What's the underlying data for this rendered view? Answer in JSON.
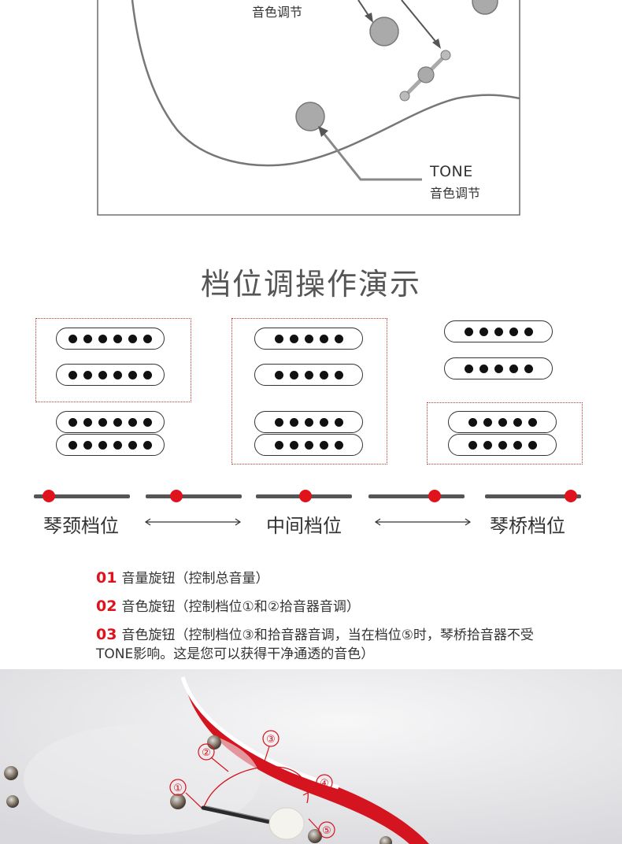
{
  "diagram": {
    "tone_label_top": "音色调节",
    "tone_label_en": "TONE",
    "tone_label_cn": "音色调节"
  },
  "demo": {
    "title": "档位调操作演示",
    "positions": {
      "neck": "琴颈档位",
      "middle": "中间档位",
      "bridge": "琴桥档位"
    }
  },
  "legend": {
    "items": [
      {
        "num": "01",
        "text": "音量旋钮（控制总音量）"
      },
      {
        "num": "02",
        "text": "音色旋钮（控制档位①和②拾音器音调）"
      },
      {
        "num": "03",
        "text": "音色旋钮（控制档位③和拾音器音调，当在档位⑤时，琴桥拾音器不受",
        "text2": "TONE影响。这是您可以获得干净通透的音色）"
      }
    ]
  },
  "photo": {
    "markers": [
      "①",
      "②",
      "③",
      "④",
      "⑤"
    ]
  },
  "colors": {
    "accent": "#e0121b",
    "selection": "#c0392b",
    "text": "#333333"
  }
}
